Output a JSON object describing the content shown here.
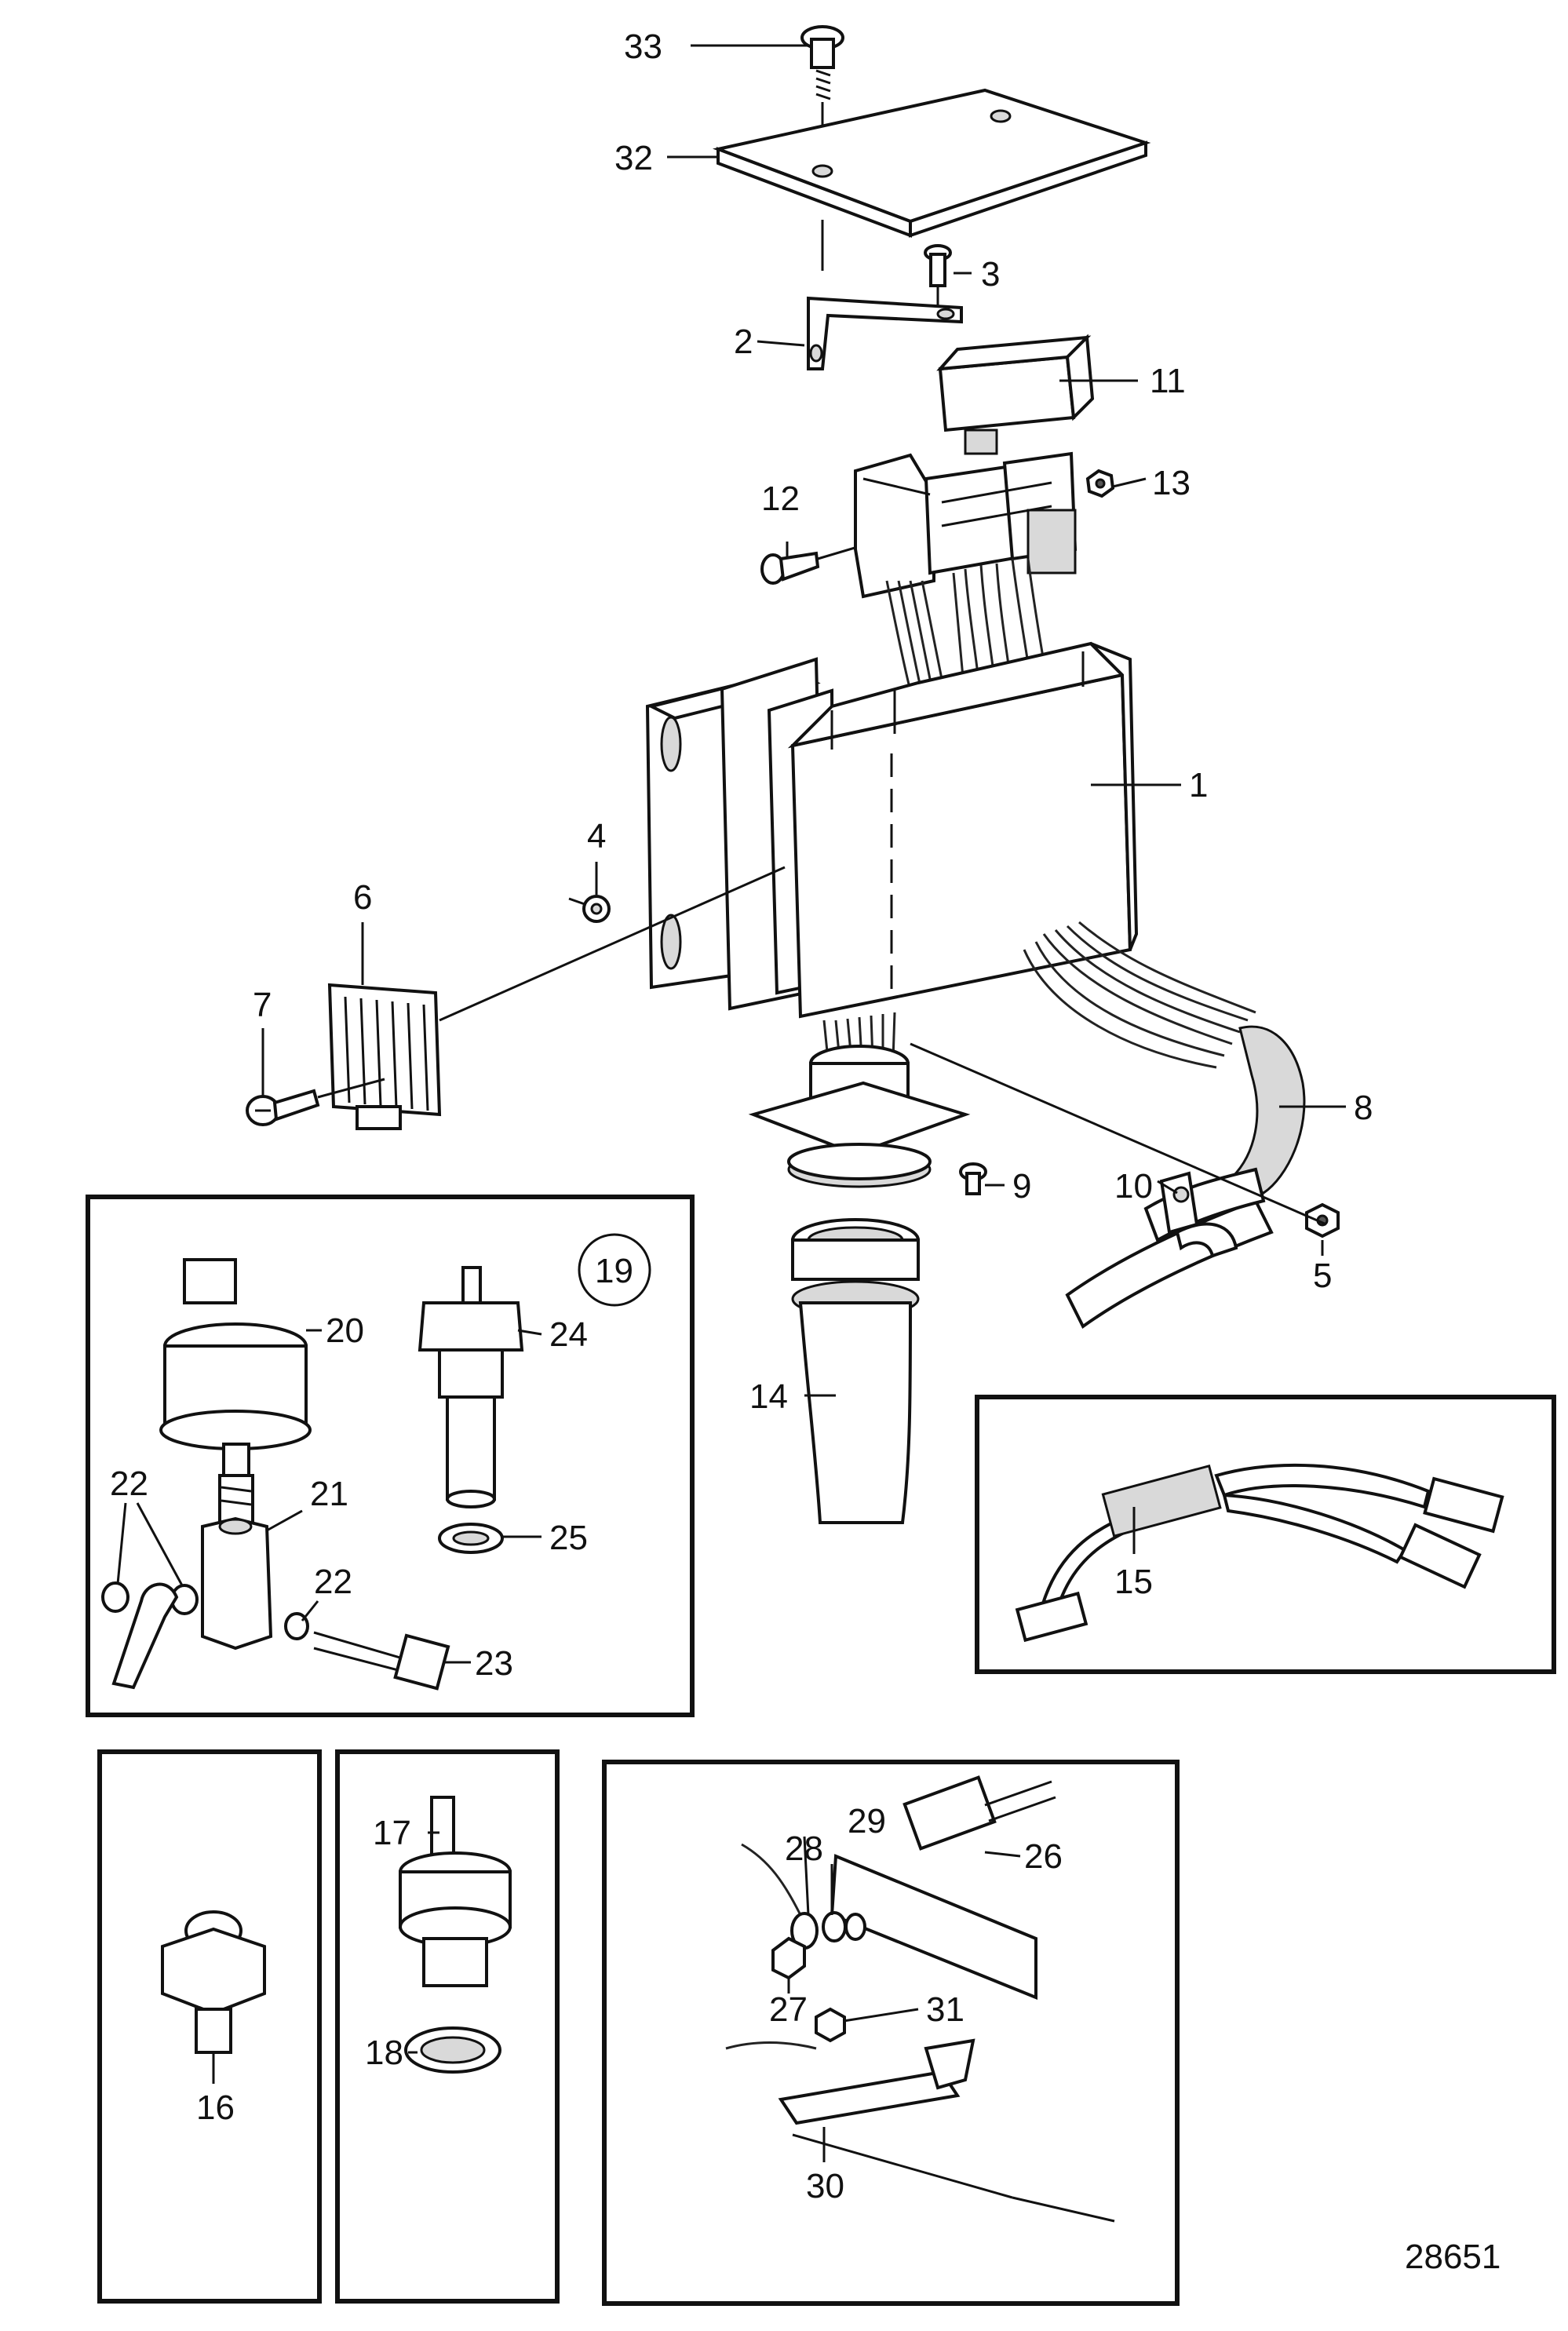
{
  "figure_id": "28651",
  "callouts": {
    "c1": "1",
    "c2": "2",
    "c3": "3",
    "c4": "4",
    "c5": "5",
    "c6": "6",
    "c7": "7",
    "c8": "8",
    "c9": "9",
    "c10": "10",
    "c11": "11",
    "c12": "12",
    "c13": "13",
    "c14": "14",
    "c15": "15",
    "c16": "16",
    "c17": "17",
    "c18": "18",
    "c19": "19",
    "c20": "20",
    "c21": "21",
    "c22a": "22",
    "c22b": "22",
    "c23": "23",
    "c24": "24",
    "c25": "25",
    "c26": "26",
    "c27": "27",
    "c28": "28",
    "c29": "29",
    "c30": "30",
    "c31": "31",
    "c32": "32",
    "c33": "33"
  }
}
